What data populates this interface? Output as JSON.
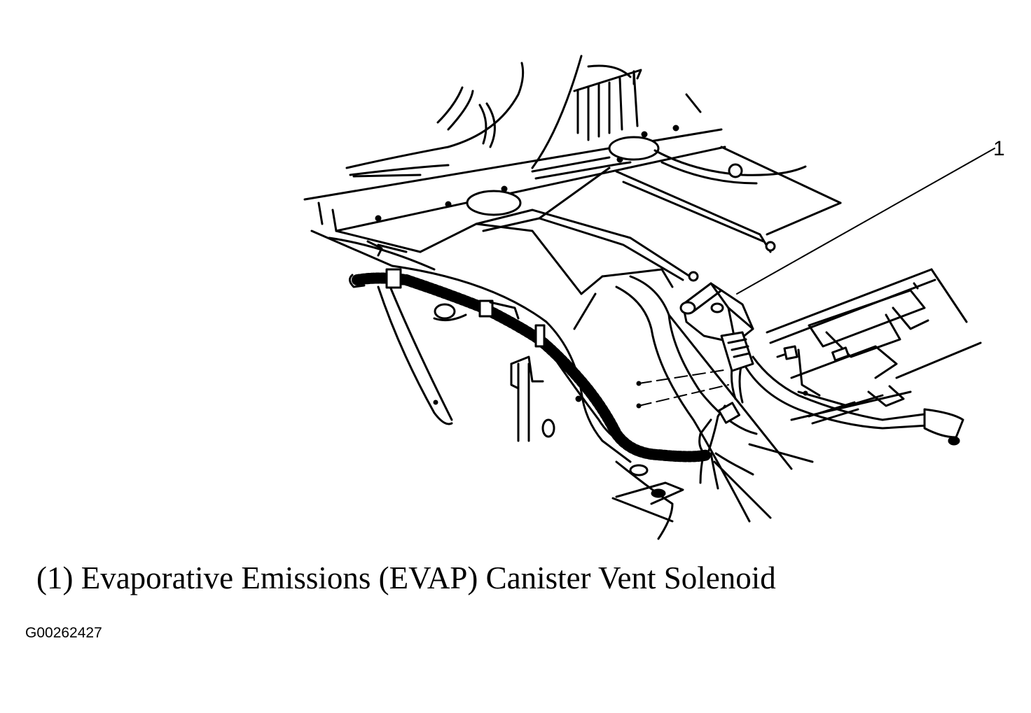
{
  "callout": {
    "number": "1"
  },
  "caption": {
    "text": "(1) Evaporative Emissions (EVAP) Canister Vent Solenoid"
  },
  "figure": {
    "id": "G00262427"
  },
  "colors": {
    "line": "#000000",
    "background": "#ffffff"
  }
}
